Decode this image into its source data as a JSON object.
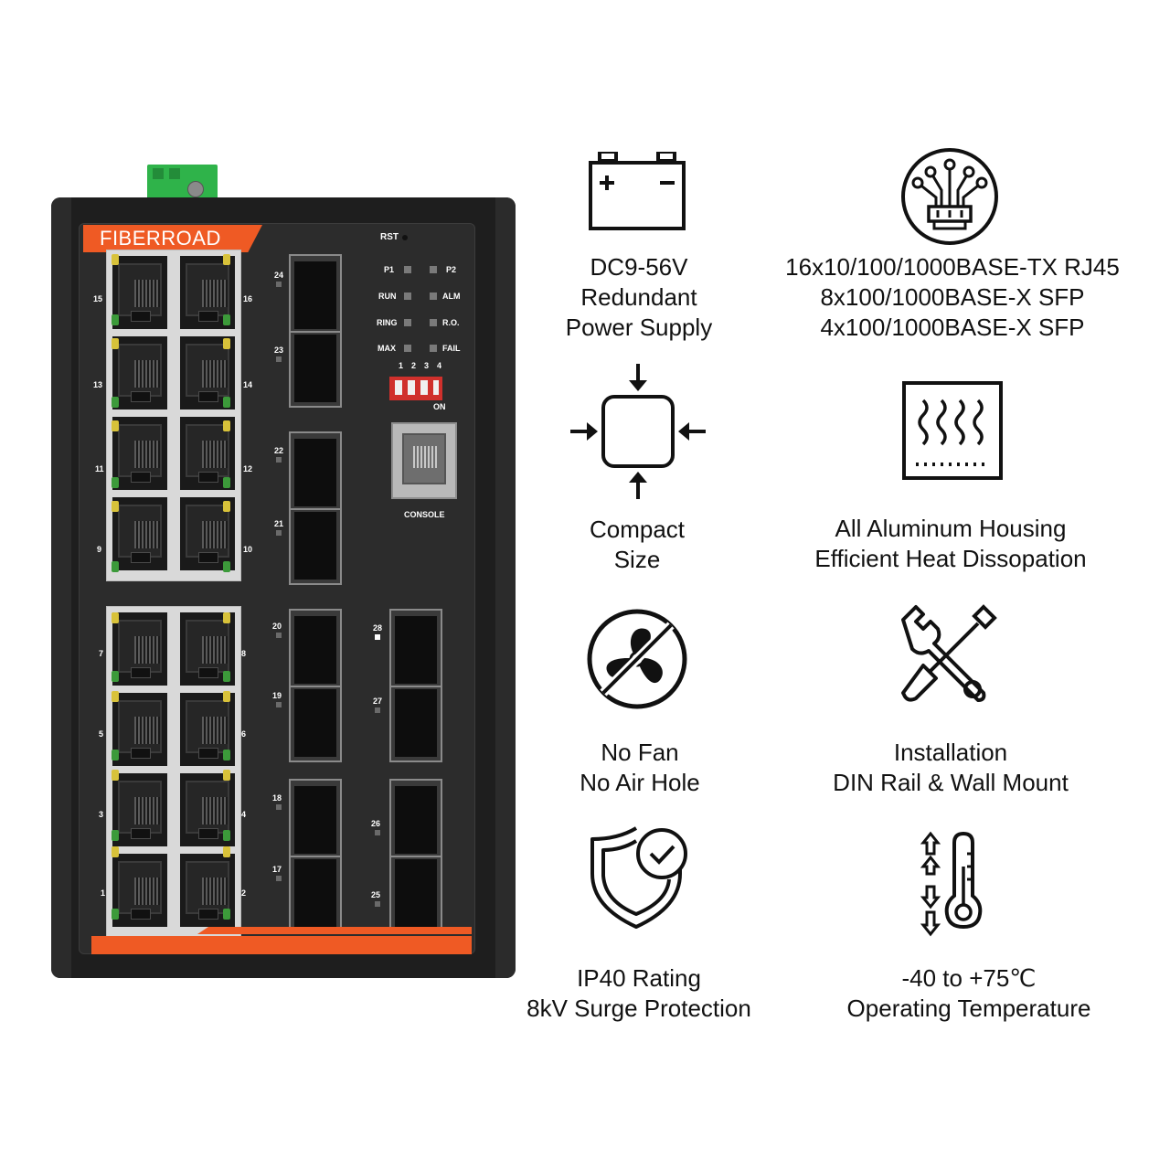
{
  "device": {
    "brand": "FIBERROAD",
    "reset_label": "RST",
    "status_leds": [
      {
        "label": "P1"
      },
      {
        "label": "P2"
      },
      {
        "label": "RUN"
      },
      {
        "label": "ALM"
      },
      {
        "label": "RING"
      },
      {
        "label": "R.O."
      },
      {
        "label": "MAX"
      },
      {
        "label": "FAIL"
      }
    ],
    "dip_switch": {
      "numbers": [
        "1",
        "2",
        "3",
        "4"
      ],
      "on_label": "ON"
    },
    "console_label": "CONSOLE",
    "rj45_ports_top": [
      "15",
      "16",
      "13",
      "14",
      "11",
      "12",
      "9",
      "10"
    ],
    "rj45_ports_bottom": [
      "7",
      "8",
      "5",
      "6",
      "3",
      "4",
      "1",
      "2"
    ],
    "sfp_ports_left": [
      "24",
      "23",
      "22",
      "21",
      "20",
      "19",
      "18",
      "17"
    ],
    "sfp_ports_right": [
      "28",
      "27",
      "26",
      "25"
    ],
    "colors": {
      "accent": "#ef5a24",
      "chassis": "#1e1e1e",
      "terminal": "#2fb34a"
    }
  },
  "features": [
    {
      "icon": "battery-icon",
      "lines": [
        "DC9-56V",
        "Redundant",
        "Power Supply"
      ]
    },
    {
      "icon": "ethernet-fiber-icon",
      "lines": [
        "16x10/100/1000BASE-TX RJ45",
        "8x100/1000BASE-X SFP",
        "4x100/1000BASE-X SFP"
      ]
    },
    {
      "icon": "compact-size-icon",
      "lines": [
        "Compact",
        "Size"
      ]
    },
    {
      "icon": "heat-dissipation-icon",
      "lines": [
        "All Aluminum Housing",
        "Efficient Heat Dissopation"
      ]
    },
    {
      "icon": "no-fan-icon",
      "lines": [
        "No Fan",
        "No Air Hole"
      ]
    },
    {
      "icon": "tools-icon",
      "lines": [
        "Installation",
        "DIN Rail & Wall Mount"
      ]
    },
    {
      "icon": "shield-check-icon",
      "lines": [
        "IP40 Rating",
        "8kV Surge Protection"
      ]
    },
    {
      "icon": "thermometer-icon",
      "lines": [
        "-40 to +75℃",
        "Operating Temperature"
      ]
    }
  ]
}
